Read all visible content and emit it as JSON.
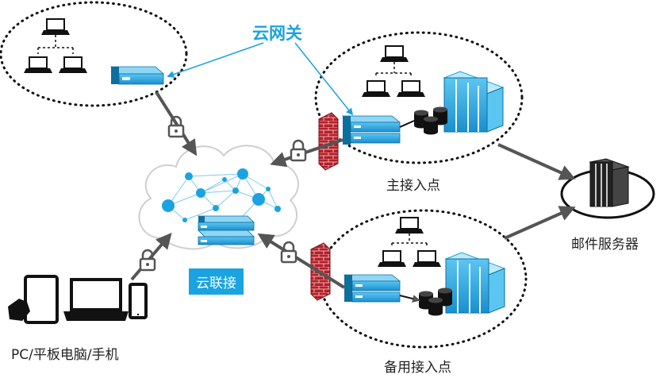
{
  "labels": {
    "cloud_gateway": "云网关",
    "primary_access_point": "主接入点",
    "backup_access_point": "备用接入点",
    "mail_server": "邮件服务器",
    "cloud_link": "云联接",
    "devices": "PC/平板电脑/手机"
  },
  "colors": {
    "accent": "#1aa3e0",
    "firewall": "#b3202a",
    "arrow": "#555555",
    "node": "#1aa3e0"
  }
}
